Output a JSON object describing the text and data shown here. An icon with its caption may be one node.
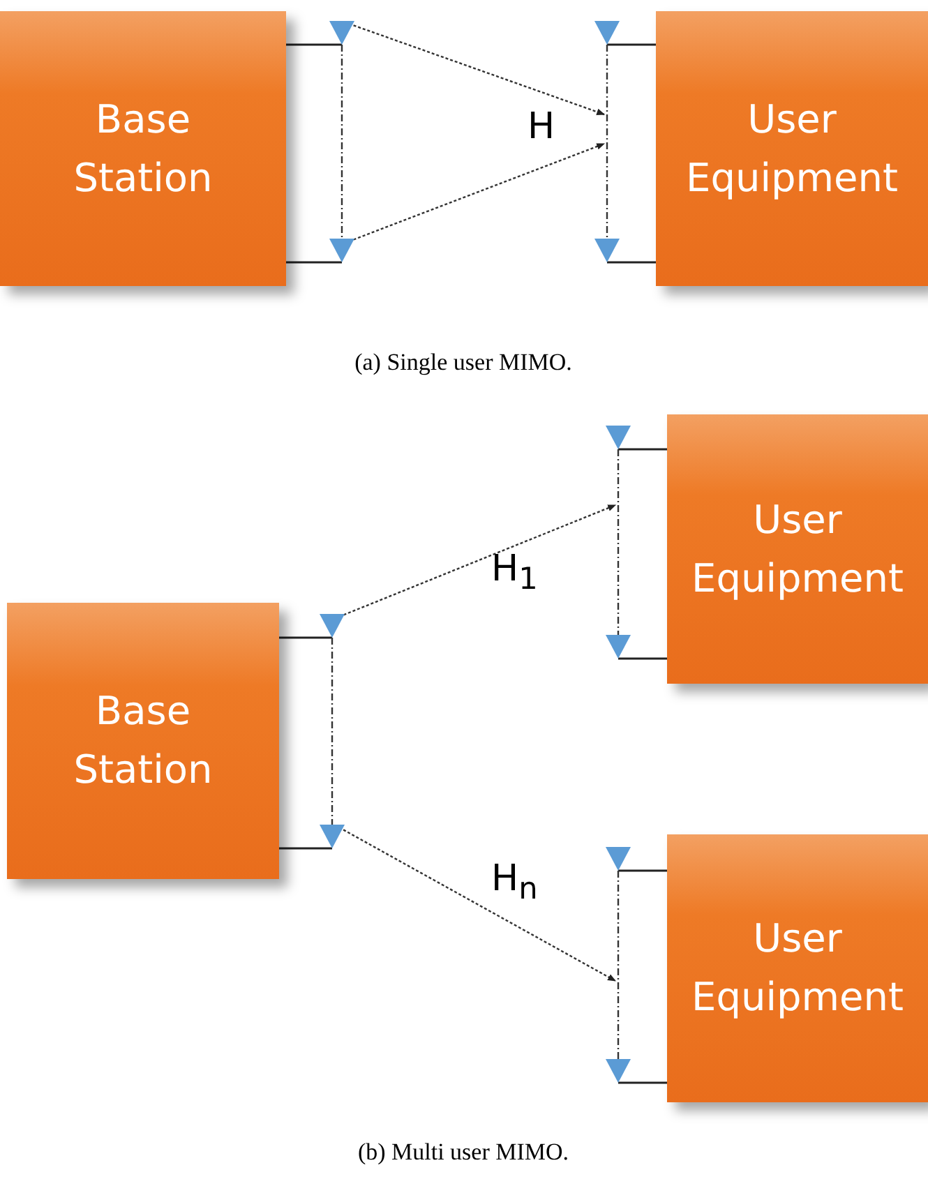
{
  "diagram": {
    "nodes": [
      {
        "text": [
          "Base Station"
        ]
      },
      {
        "text": [
          "User Equipment"
        ]
      },
      {
        "text": [],
        "shape": "triangle"
      },
      {
        "text": [],
        "shape": "triangle"
      },
      {
        "text": [],
        "shape": "triangle"
      },
      {
        "text": [],
        "shape": "triangle"
      },
      {
        "text": [
          "Base Station"
        ]
      },
      {
        "text": [
          "User Equipment"
        ]
      },
      {
        "text": [
          "User Equipment"
        ]
      },
      {
        "text": [],
        "shape": "triangle"
      },
      {
        "text": [],
        "shape": "triangle"
      },
      {
        "text": [],
        "shape": "triangle"
      },
      {
        "text": [],
        "shape": "triangle"
      },
      {
        "text": [],
        "shape": "triangle"
      },
      {
        "text": [],
        "shape": "triangle"
      }
    ],
    "edges": [
      {
        "from": 0,
        "to": 2,
        "arrow": "none"
      },
      {
        "from": 0,
        "to": 3,
        "arrow": "none"
      },
      {
        "from": 2,
        "to": 3,
        "arrow": "none",
        "style": "dashed"
      },
      {
        "from": 1,
        "to": 4,
        "arrow": "none"
      },
      {
        "from": 1,
        "to": 5,
        "arrow": "none"
      },
      {
        "from": 4,
        "to": 5,
        "arrow": "none",
        "style": "dashed"
      },
      {
        "from": 2,
        "to": null,
        "arrow": "to",
        "style": "dashed"
      },
      {
        "from": 3,
        "to": null,
        "arrow": "to",
        "style": "dashed"
      },
      {
        "from": 6,
        "to": 9,
        "arrow": "none"
      },
      {
        "from": 6,
        "to": 10,
        "arrow": "none"
      },
      {
        "from": 9,
        "to": 10,
        "arrow": "none",
        "style": "dashed"
      },
      {
        "from": 7,
        "to": 11,
        "arrow": "none"
      },
      {
        "from": 7,
        "to": 12,
        "arrow": "none"
      },
      {
        "from": 11,
        "to": 12,
        "arrow": "none",
        "style": "dashed"
      },
      {
        "from": 8,
        "to": 13,
        "arrow": "none"
      },
      {
        "from": 8,
        "to": 14,
        "arrow": "none"
      },
      {
        "from": 13,
        "to": 14,
        "arrow": "none",
        "style": "dashed"
      },
      {
        "from": 9,
        "to": null,
        "arrow": "to",
        "style": "dashed"
      },
      {
        "from": 10,
        "to": null,
        "arrow": "to",
        "style": "dashed"
      }
    ],
    "labels": [
      "H",
      "(a) Single user MIMO.",
      "H$_{1}$",
      "H$_{n}$",
      "(b) Multi user MIMO."
    ]
  }
}
